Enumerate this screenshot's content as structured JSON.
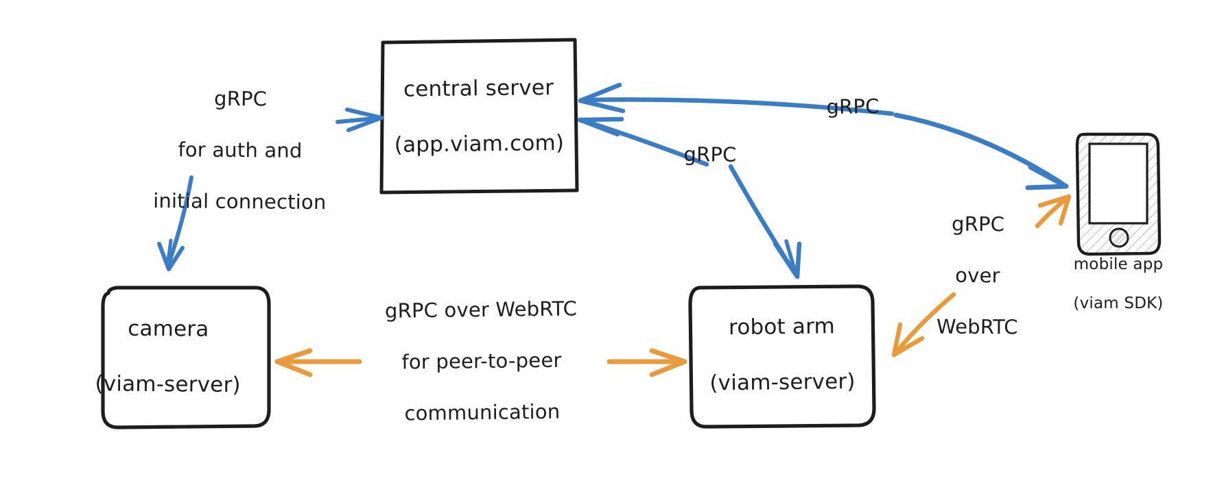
{
  "diagram": {
    "title": "Viam connection architecture",
    "background": "#ffffff",
    "colors": {
      "ink": "#1d1d1d",
      "blue": "#3b7dc4",
      "orange": "#e89a3c"
    },
    "nodes": [
      {
        "id": "central-server",
        "shape": "rectangle",
        "line1": "central server",
        "line2": "(app.viam.com)"
      },
      {
        "id": "camera",
        "shape": "rounded-rectangle",
        "line1": "camera",
        "line2": "(viam-server)"
      },
      {
        "id": "robot-arm",
        "shape": "rounded-rectangle",
        "line1": "robot arm",
        "line2": "(viam-server)"
      },
      {
        "id": "mobile-app",
        "shape": "phone",
        "line1": "mobile app",
        "line2": "(viam SDK)"
      }
    ],
    "edge_labels": [
      {
        "id": "auth-label",
        "color": "blue",
        "line1": "gRPC",
        "line2": "for auth and",
        "line3": "initial connection"
      },
      {
        "id": "grpc-top-right",
        "color": "blue",
        "line1": "gRPC"
      },
      {
        "id": "grpc-arm",
        "color": "blue",
        "line1": "gRPC"
      },
      {
        "id": "webrtc-peer",
        "color": "orange",
        "line1": "gRPC over WebRTC",
        "line2": "for peer-to-peer",
        "line3": "communication"
      },
      {
        "id": "webrtc-phone",
        "color": "orange",
        "line1": "gRPC",
        "line2": "over",
        "line3": "WebRTC"
      }
    ]
  },
  "chart_data": {
    "type": "diagram",
    "title": "Viam connection architecture",
    "nodes": [
      {
        "id": "central-server",
        "label": "central server (app.viam.com)"
      },
      {
        "id": "camera",
        "label": "camera (viam-server)"
      },
      {
        "id": "robot-arm",
        "label": "robot arm (viam-server)"
      },
      {
        "id": "mobile-app",
        "label": "mobile app (viam SDK)"
      }
    ],
    "edges": [
      {
        "from": "central-server",
        "to": "camera",
        "label": "gRPC for auth and initial connection",
        "color": "#3b7dc4"
      },
      {
        "from": "robot-arm",
        "to": "central-server",
        "label": "gRPC",
        "color": "#3b7dc4"
      },
      {
        "from": "central-server",
        "to": "robot-arm",
        "label": "gRPC",
        "color": "#3b7dc4"
      },
      {
        "from": "mobile-app",
        "to": "central-server",
        "label": "gRPC",
        "color": "#3b7dc4"
      },
      {
        "from": "central-server",
        "to": "mobile-app",
        "label": "gRPC",
        "color": "#3b7dc4"
      },
      {
        "from": "robot-arm",
        "to": "camera",
        "label": "gRPC over WebRTC for peer-to-peer communication",
        "color": "#e89a3c"
      },
      {
        "from": "camera",
        "to": "robot-arm",
        "label": "gRPC over WebRTC for peer-to-peer communication",
        "color": "#e89a3c"
      },
      {
        "from": "robot-arm",
        "to": "mobile-app",
        "label": "gRPC over WebRTC",
        "color": "#e89a3c"
      }
    ]
  }
}
